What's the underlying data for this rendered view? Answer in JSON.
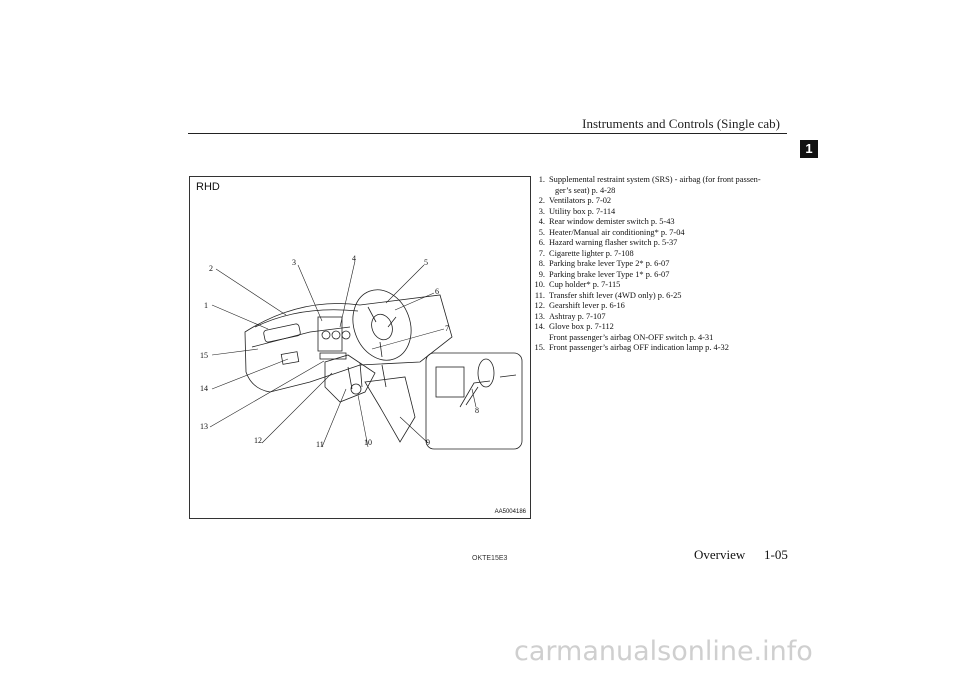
{
  "header": {
    "title": "Instruments and Controls (Single cab)",
    "chapter": "1"
  },
  "figure": {
    "label": "RHD",
    "code": "AA5004186",
    "callouts": [
      "1",
      "2",
      "3",
      "4",
      "5",
      "6",
      "7",
      "8",
      "9",
      "10",
      "11",
      "12",
      "13",
      "14",
      "15"
    ]
  },
  "items": [
    {
      "num": "1.",
      "text": "Supplemental restraint system (SRS) - airbag (for front passen-",
      "cont": "ger’s seat) p. 4-28"
    },
    {
      "num": "2.",
      "text": "Ventilators p. 7-02"
    },
    {
      "num": "3.",
      "text": "Utility box p. 7-114"
    },
    {
      "num": "4.",
      "text": "Rear window demister switch p. 5-43"
    },
    {
      "num": "5.",
      "text": "Heater/Manual air conditioning* p. 7-04"
    },
    {
      "num": "6.",
      "text": "Hazard warning flasher switch p. 5-37"
    },
    {
      "num": "7.",
      "text": "Cigarette lighter p. 7-108"
    },
    {
      "num": "8.",
      "text": "Parking brake lever Type 2* p. 6-07"
    },
    {
      "num": "9.",
      "text": "Parking brake lever Type 1* p. 6-07"
    },
    {
      "num": "10.",
      "text": "Cup holder* p. 7-115"
    },
    {
      "num": "11.",
      "text": "Transfer shift lever (4WD only) p. 6-25"
    },
    {
      "num": "12.",
      "text": "Gearshift lever p. 6-16"
    },
    {
      "num": "13.",
      "text": "Ashtray p. 7-107"
    },
    {
      "num": "14.",
      "text": "Glove box p. 7-112",
      "cont": "Front passenger’s airbag ON-OFF switch p. 4-31"
    },
    {
      "num": "15.",
      "text": "Front passenger’s airbag OFF indication lamp p. 4-32"
    }
  ],
  "footer": {
    "code": "OKTE15E3",
    "section": "Overview",
    "page": "1-05"
  },
  "watermark": "carmanualsonline.info"
}
